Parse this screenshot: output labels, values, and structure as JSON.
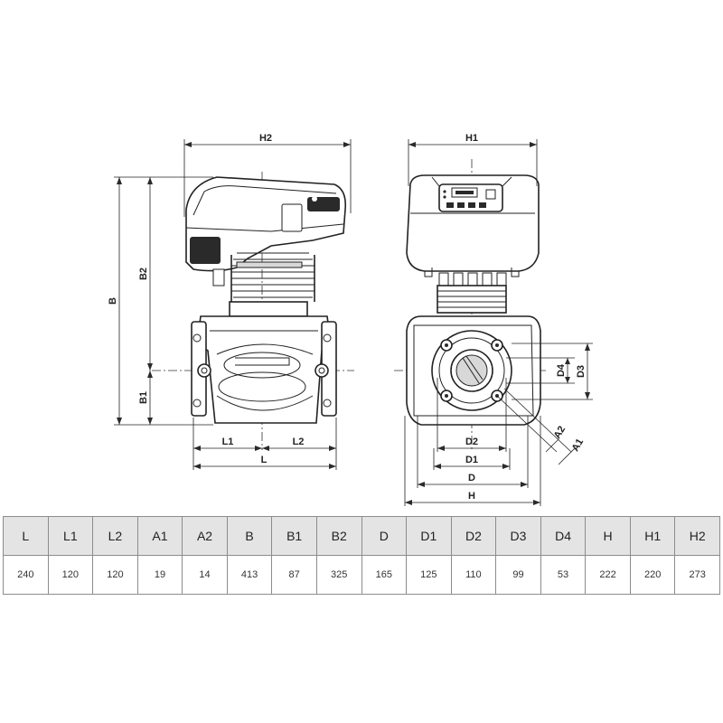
{
  "drawing": {
    "side_view_labels": {
      "H2": "H2",
      "B": "B",
      "B2": "B2",
      "B1": "B1",
      "L1": "L1",
      "L2": "L2",
      "L": "L"
    },
    "front_view_labels": {
      "H1": "H1",
      "D4": "D4",
      "D3": "D3",
      "A2": "A2",
      "A1": "A1",
      "D2": "D2",
      "D1": "D1",
      "D": "D",
      "H": "H"
    }
  },
  "table": {
    "headers": [
      "L",
      "L1",
      "L2",
      "A1",
      "A2",
      "B",
      "B1",
      "B2",
      "D",
      "D1",
      "D2",
      "D3",
      "D4",
      "H",
      "H1",
      "H2"
    ],
    "values": [
      "240",
      "120",
      "120",
      "19",
      "14",
      "413",
      "87",
      "325",
      "165",
      "125",
      "110",
      "99",
      "53",
      "222",
      "220",
      "273"
    ]
  }
}
